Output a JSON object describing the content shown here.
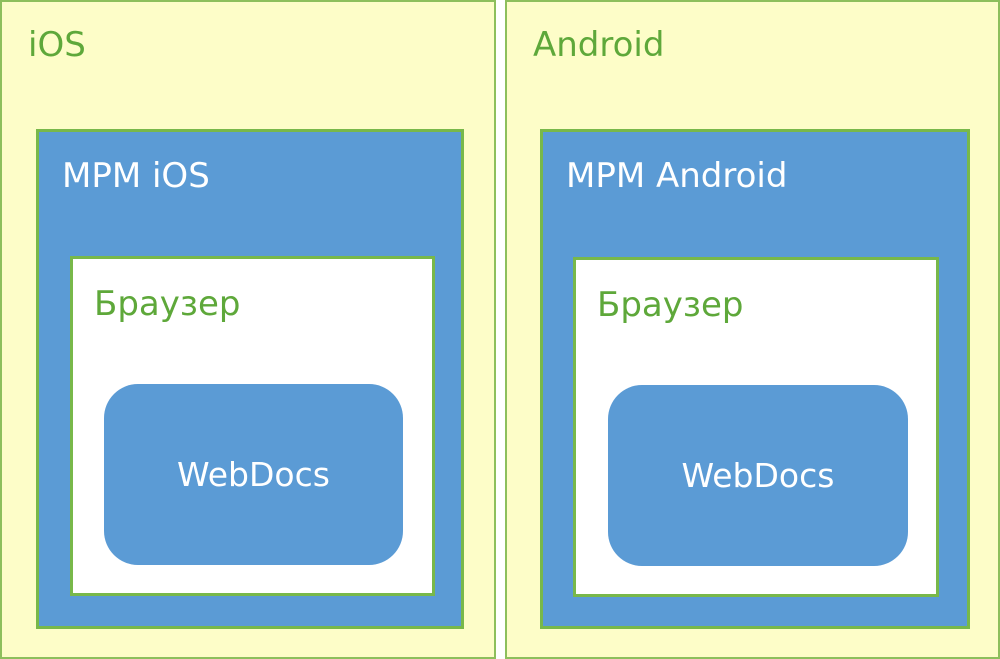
{
  "columns": [
    {
      "platform_label": "iOS",
      "mpm_label": "MPM iOS",
      "browser_label": "Браузер",
      "webdocs_label": "WebDocs"
    },
    {
      "platform_label": "Android",
      "mpm_label": "MPM Android",
      "browser_label": "Браузер",
      "webdocs_label": "WebDocs"
    }
  ],
  "colors": {
    "platform_fill": "#fdfdc8",
    "platform_border": "#8dbf5c",
    "mpm_fill": "#5b9bd5",
    "inner_border": "#78b84a",
    "green_text": "#5ea83a",
    "white_text": "#ffffff"
  }
}
